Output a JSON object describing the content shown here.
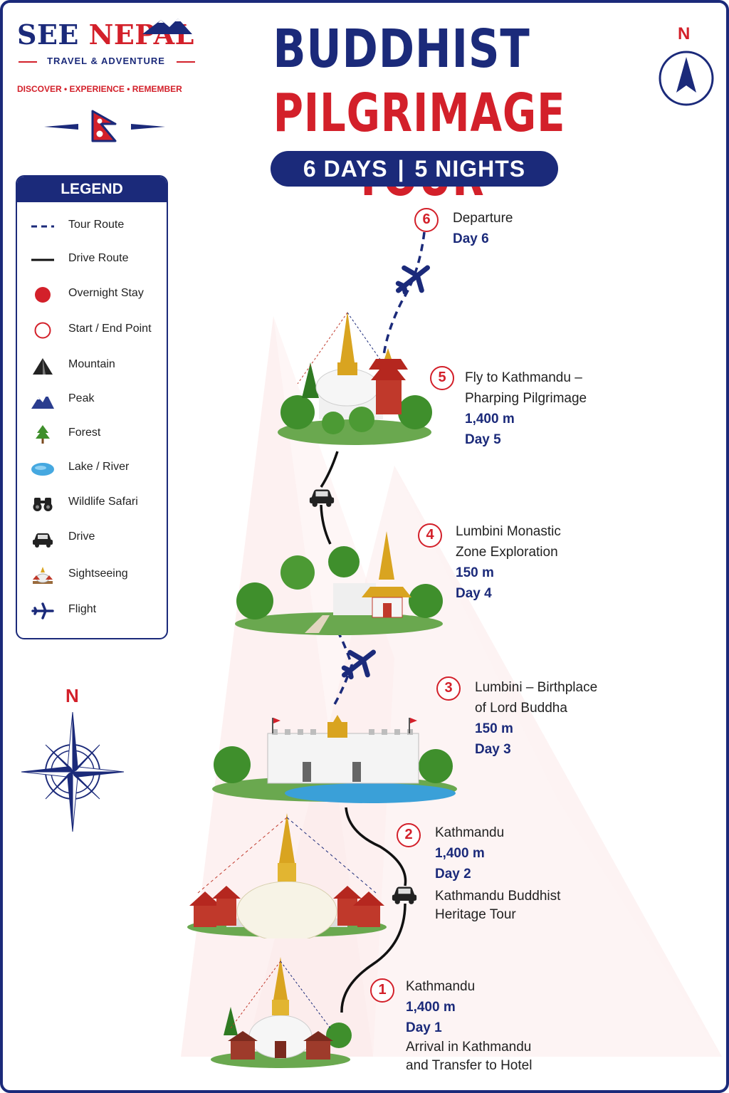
{
  "brand": {
    "name_part1": "SEE ",
    "name_part2": "NEPAL",
    "subtitle": "TRAVEL & ADVENTURE",
    "tagline": "DISCOVER • EXPERIENCE • REMEMBER"
  },
  "title": {
    "line1": "BUDDHIST",
    "line2": "PILGRIMAGE TOUR",
    "days": "6 DAYS",
    "separator": "|",
    "nights": "5 NIGHTS"
  },
  "north_label": "N",
  "legend": {
    "heading": "LEGEND",
    "items": [
      {
        "label": "Tour Route",
        "icon": "dashed-line-icon"
      },
      {
        "label": "Drive Route",
        "icon": "solid-line-icon"
      },
      {
        "label": "Overnight Stay",
        "icon": "filled-dot-icon"
      },
      {
        "label": "Start / End Point",
        "icon": "ring-icon"
      },
      {
        "label": "Mountain",
        "icon": "mountain-icon"
      },
      {
        "label": "Peak",
        "icon": "peak-icon"
      },
      {
        "label": "Forest",
        "icon": "tree-icon"
      },
      {
        "label": "Lake / River",
        "icon": "lake-icon"
      },
      {
        "label": "Wildlife Safari",
        "icon": "binoculars-icon"
      },
      {
        "label": "Drive",
        "icon": "car-icon"
      },
      {
        "label": "Sightseeing",
        "icon": "temple-icon"
      },
      {
        "label": "Flight",
        "icon": "plane-icon"
      }
    ]
  },
  "stops": [
    {
      "num": "1",
      "name": "Kathmandu",
      "altitude": "1,400 m",
      "day": "Day 1",
      "desc_1": "Arrival in Kathmandu",
      "desc_2": "and Transfer to Hotel"
    },
    {
      "num": "2",
      "name": "Kathmandu",
      "altitude": "1,400 m",
      "day": "Day 2",
      "desc_1": "Kathmandu Buddhist",
      "desc_2": "Heritage Tour"
    },
    {
      "num": "3",
      "name_1": "Lumbini – Birthplace",
      "name_2": "of Lord Buddha",
      "altitude": "150 m",
      "day": "Day 3"
    },
    {
      "num": "4",
      "name_1": "Lumbini Monastic",
      "name_2": "Zone Exploration",
      "altitude": "150 m",
      "day": "Day 4"
    },
    {
      "num": "5",
      "name_1": "Fly to Kathmandu –",
      "name_2": "Pharping Pilgrimage",
      "altitude": "1,400 m",
      "day": "Day 5"
    },
    {
      "num": "6",
      "name": "Departure",
      "day": "Day 6"
    }
  ],
  "colors": {
    "navy": "#1b2a7a",
    "red": "#d3202a",
    "green": "#3f8f2c",
    "gold": "#d9a420"
  }
}
